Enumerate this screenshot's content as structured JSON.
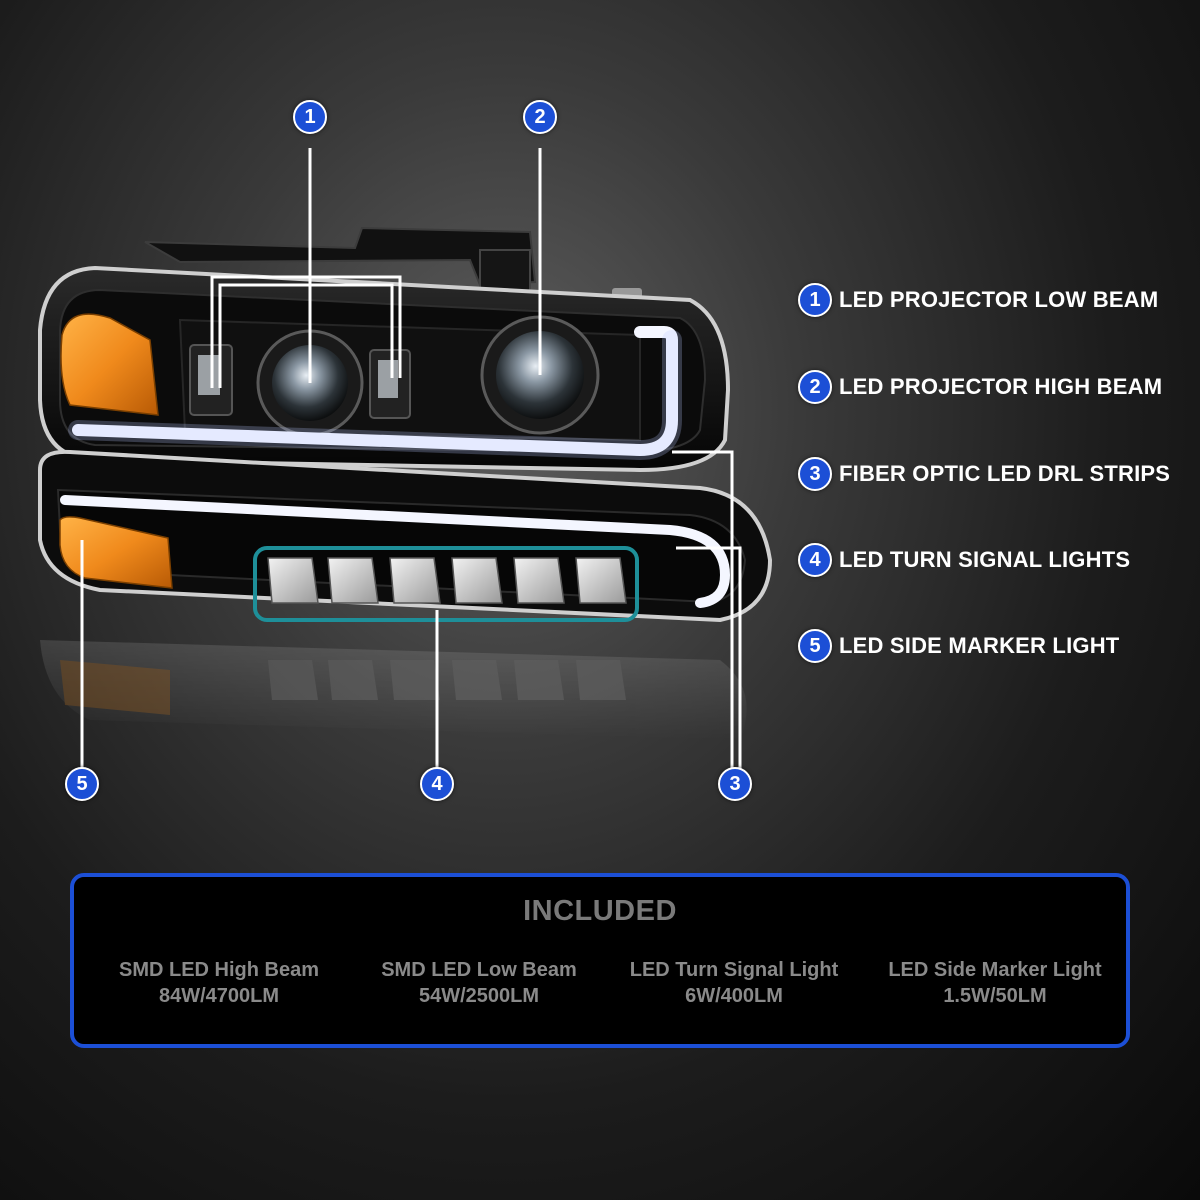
{
  "features": [
    {
      "number": "1",
      "label": "LED PROJECTOR LOW BEAM"
    },
    {
      "number": "2",
      "label": "LED PROJECTOR HIGH BEAM"
    },
    {
      "number": "3",
      "label": "FIBER OPTIC LED DRL STRIPS"
    },
    {
      "number": "4",
      "label": "LED TURN SIGNAL LIGHTS"
    },
    {
      "number": "5",
      "label": "LED SIDE MARKER LIGHT"
    }
  ],
  "callouts": {
    "low_beam": "1",
    "high_beam": "2",
    "drl": "3",
    "turn_signal": "4",
    "side_marker": "5"
  },
  "included": {
    "title": "INCLUDED",
    "items": [
      {
        "name": "SMD LED High Beam",
        "spec": "84W/4700LM"
      },
      {
        "name": "SMD LED Low Beam",
        "spec": "54W/2500LM"
      },
      {
        "name": "LED Turn Signal Light",
        "spec": "6W/400LM"
      },
      {
        "name": "LED Side Marker Light",
        "spec": "1.5W/50LM"
      }
    ]
  },
  "colors": {
    "accent_blue": "#1c4fd6",
    "amber": "#f08a1c",
    "turn_signal_outline": "#1e8f99",
    "drl_white": "#f4f6ff"
  }
}
